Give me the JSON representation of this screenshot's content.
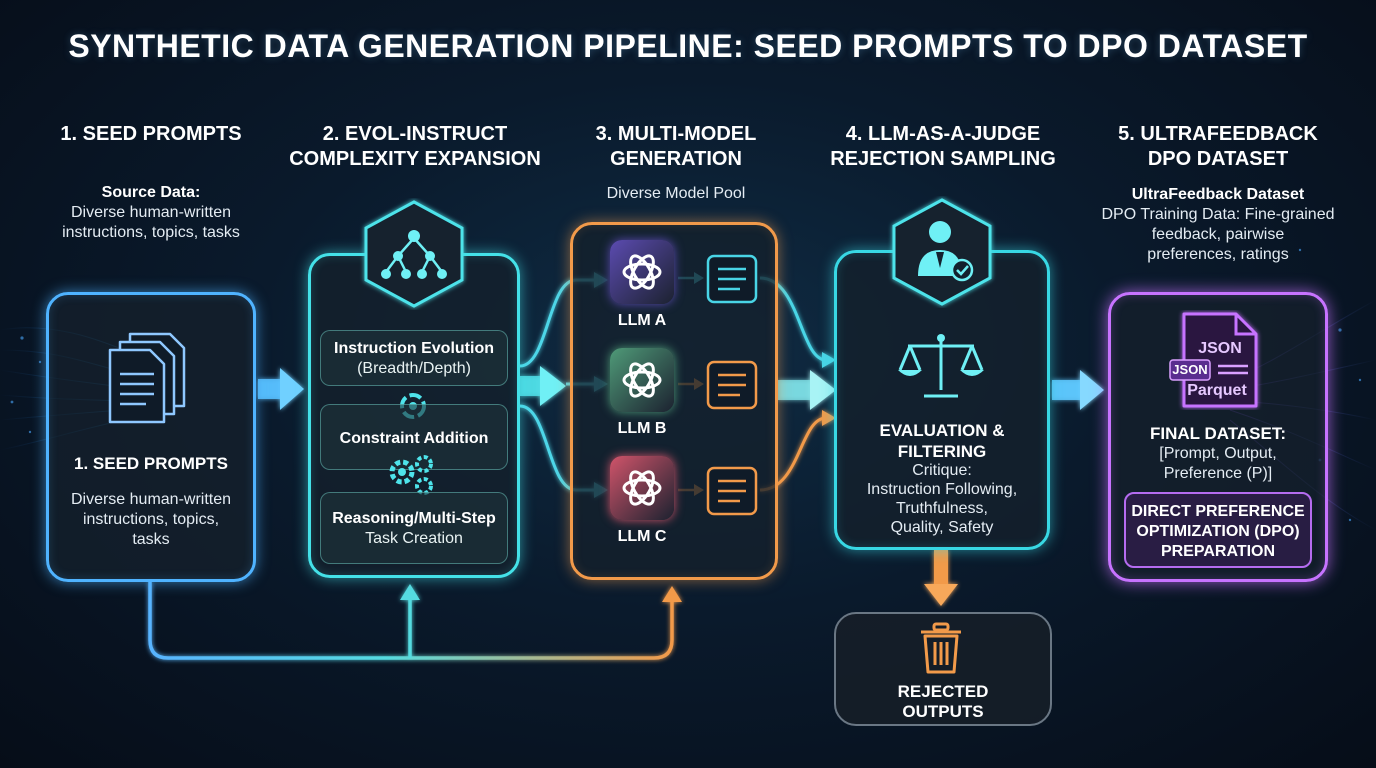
{
  "title": "SYNTHETIC DATA GENERATION PIPELINE: SEED PROMPTS TO DPO DATASET",
  "stages": [
    {
      "heading": [
        "1. SEED PROMPTS"
      ],
      "sub_bold": "Source Data:",
      "sub_lines": [
        "Diverse human-written",
        "instructions, topics, tasks"
      ],
      "panel_title": "1. SEED PROMPTS",
      "panel_lines": [
        "Diverse human-written",
        "instructions, topics,",
        "tasks"
      ],
      "icon": "documents-icon"
    },
    {
      "heading": [
        "2. EVOL-INSTRUCT",
        "COMPLEXITY EXPANSION"
      ],
      "icon": "hierarchy-tree-icon",
      "steps": [
        {
          "bold": "Instruction Evolution",
          "text": "(Breadth/Depth)"
        },
        {
          "bold": "Constraint Addition",
          "text": ""
        },
        {
          "bold": "Reasoning/Multi-Step",
          "text": "Task Creation"
        }
      ]
    },
    {
      "heading": [
        "3. MULTI-MODEL",
        "GENERATION"
      ],
      "sub_lines": [
        "Diverse Model Pool"
      ],
      "models": [
        {
          "label": "LLM A",
          "color": "#5b4bb0"
        },
        {
          "label": "LLM B",
          "color": "#4f9a78"
        },
        {
          "label": "LLM C",
          "color": "#d0546a"
        }
      ]
    },
    {
      "heading": [
        "4. LLM-AS-A-JUDGE",
        "REJECTION SAMPLING"
      ],
      "icon": "judge-icon",
      "panel_title": [
        "EVALUATION &",
        "FILTERING"
      ],
      "panel_lines": [
        "Critique:",
        "Instruction Following,",
        "Truthfulness,",
        "Quality, Safety"
      ]
    },
    {
      "heading": [
        "5. ULTRAFEEDBACK",
        "DPO DATASET"
      ],
      "sub_bold": "UltraFeedback Dataset",
      "sub_lines": [
        "DPO Training Data: Fine-grained",
        "feedback, pairwise",
        "preferences, ratings"
      ],
      "file_labels": [
        "JSON",
        "JSON",
        "Parquet"
      ],
      "panel_title": "FINAL DATASET:",
      "panel_lines": [
        "[Prompt, Output,",
        "Preference (P)]"
      ],
      "dpo_lines": [
        "DIRECT PREFERENCE",
        "OPTIMIZATION (DPO)",
        "PREPARATION"
      ]
    }
  ],
  "rejected": {
    "lines": [
      "REJECTED",
      "OUTPUTS"
    ],
    "icon": "trash-icon"
  },
  "colors": {
    "blue": "#4fb3ff",
    "cyan": "#44e1e8",
    "orange": "#f29a4a",
    "purple": "#c773ff"
  }
}
